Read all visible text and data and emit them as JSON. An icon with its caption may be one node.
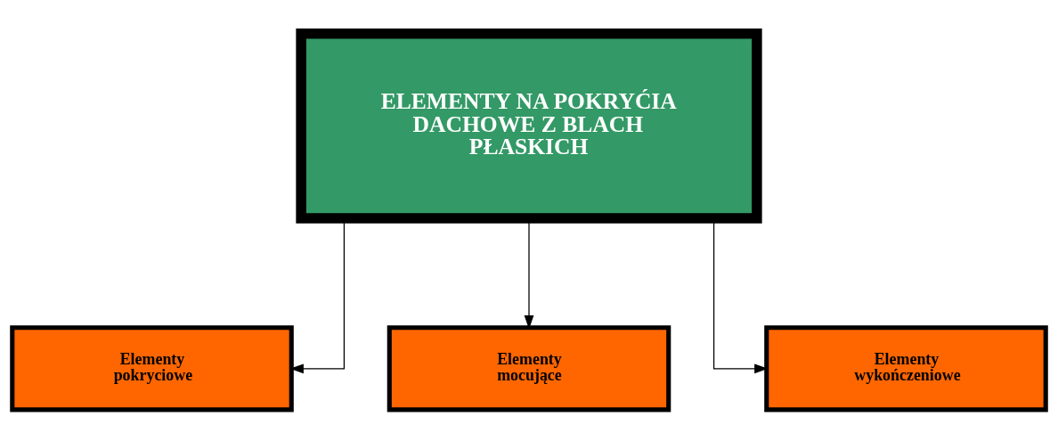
{
  "diagram": {
    "nodes": [
      {
        "text": [
          "ELEMENTY NA POKRYĆIA DACHOWE Z BLACH PŁASKICH"
        ]
      },
      {
        "text": [
          "Elementy pokryciowe"
        ]
      },
      {
        "text": [
          "Elementy mocujące"
        ]
      },
      {
        "text": [
          "Elementy wykończeniowe"
        ]
      }
    ],
    "edges": [
      {
        "from": 0,
        "to": 1,
        "arrow": "to"
      },
      {
        "from": 0,
        "to": 2,
        "arrow": "to"
      },
      {
        "from": 0,
        "to": 3,
        "arrow": "to"
      }
    ]
  }
}
